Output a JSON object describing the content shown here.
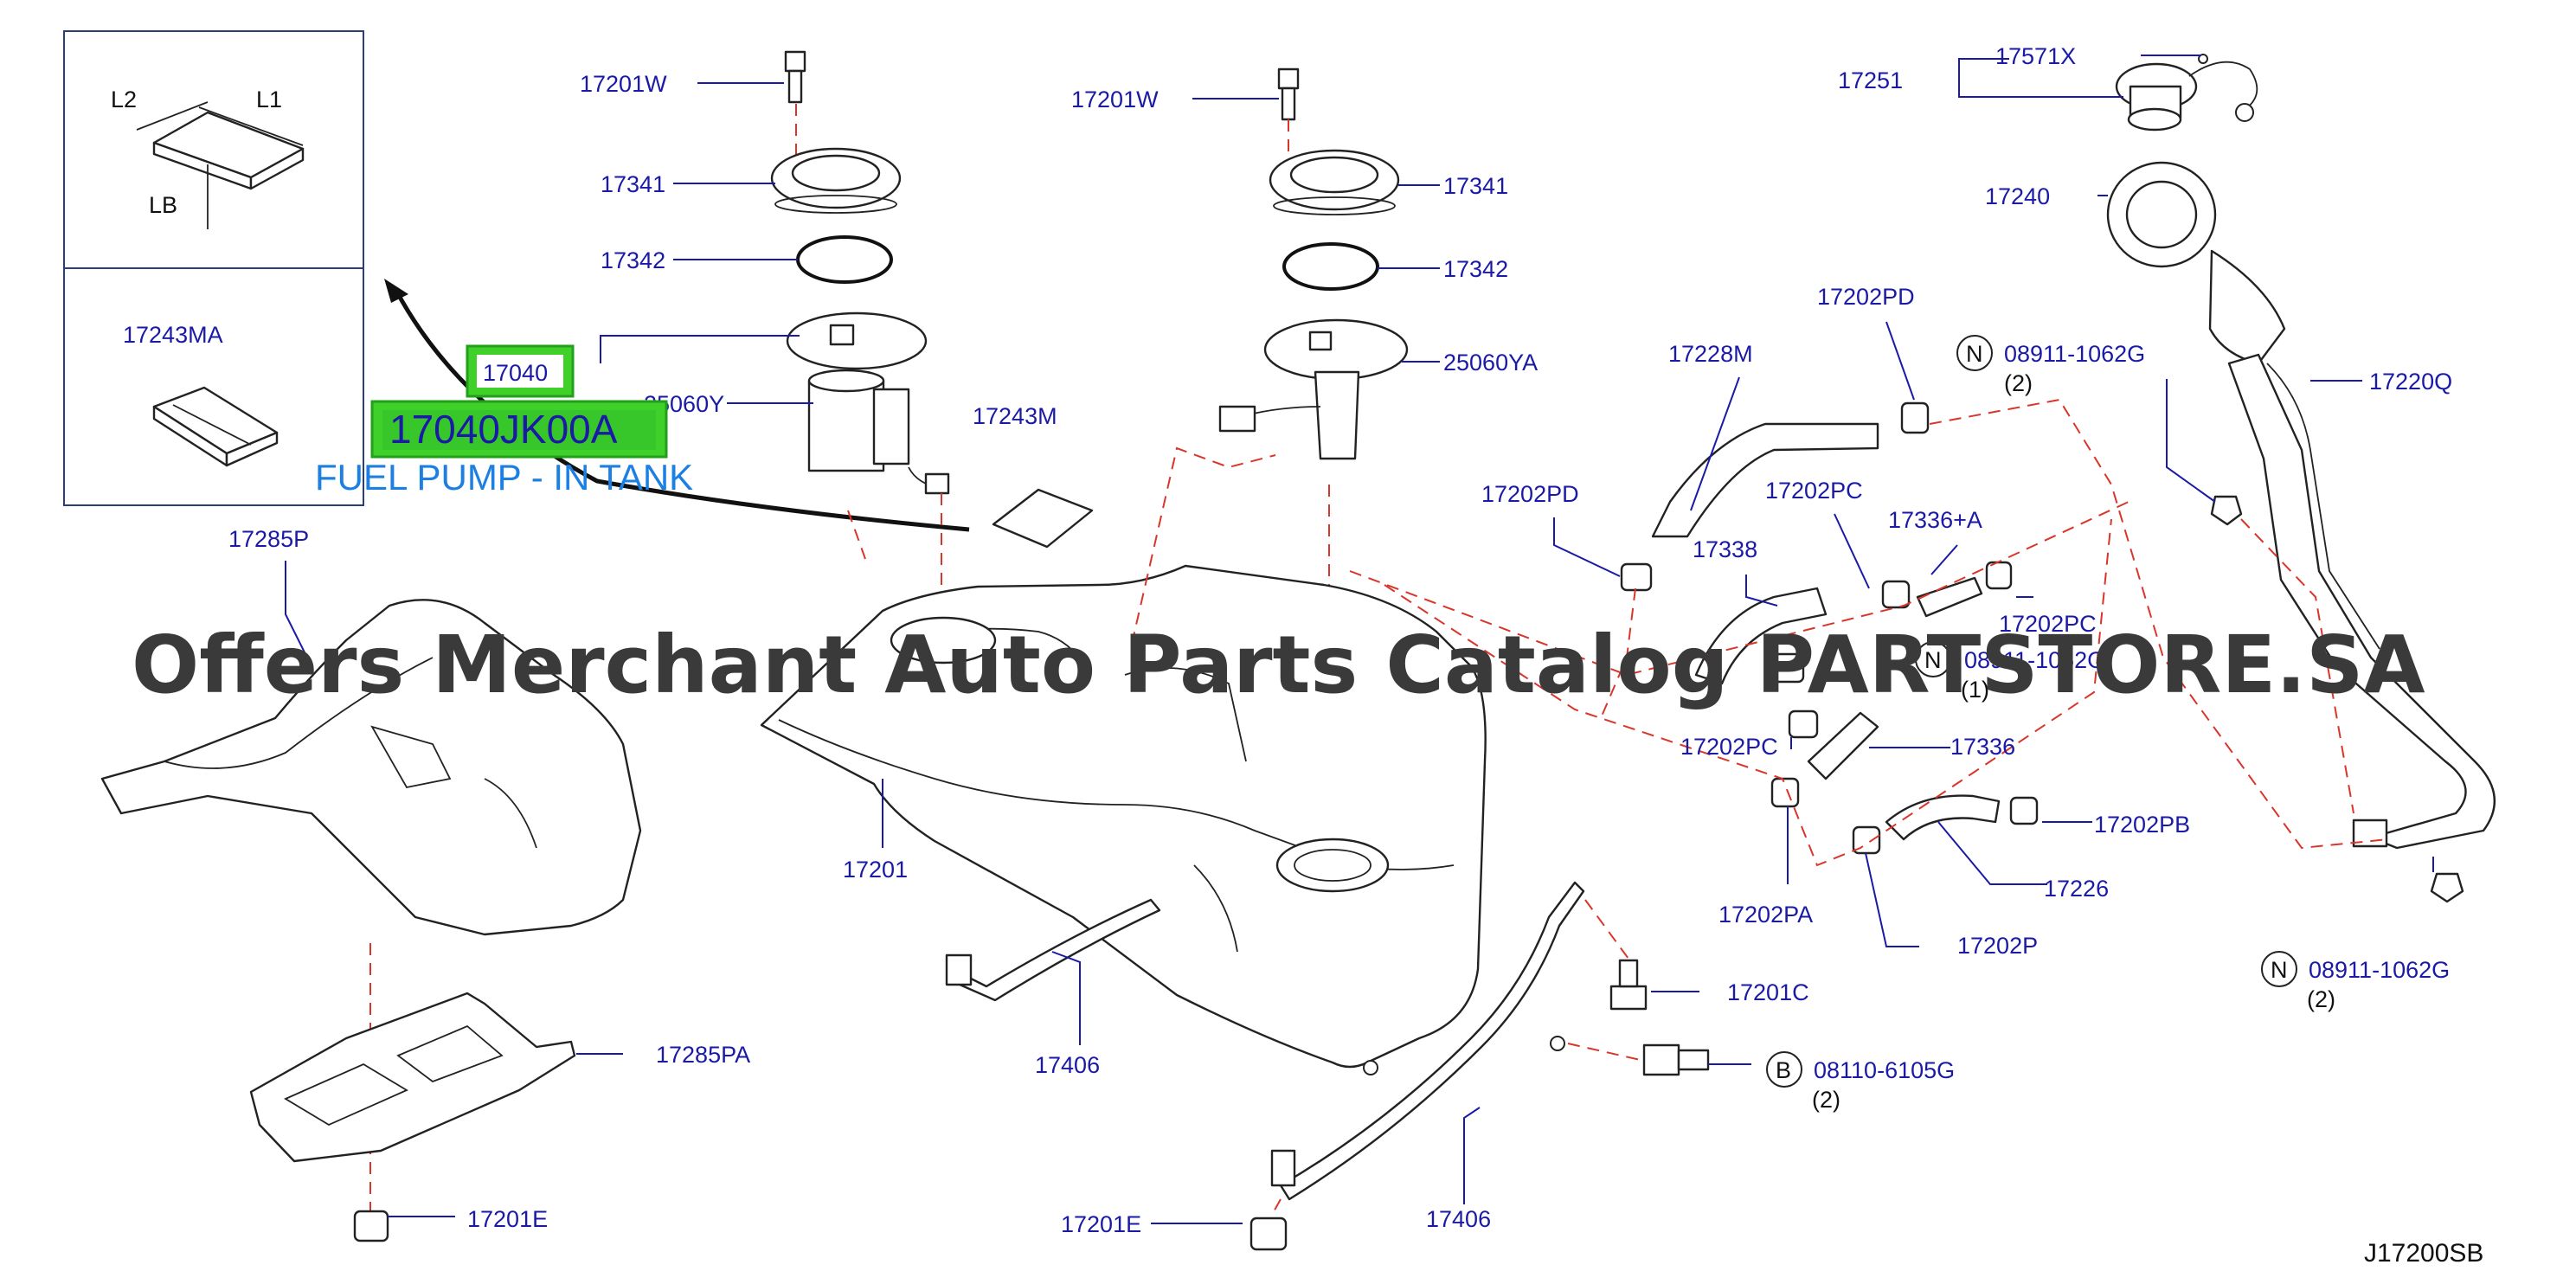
{
  "inset": {
    "dim_l2": "L2",
    "dim_l1": "L1",
    "dim_lb": "LB",
    "part_label": "17243MA"
  },
  "highlight": {
    "small_code": "17040",
    "big_code": "17040JK00A",
    "caption": "FUEL PUMP - IN TANK"
  },
  "watermark": "Offers Merchant Auto Parts Catalog PARTSTORE.SA",
  "diagram_code": "J17200SB",
  "labels": {
    "l_17201w_a": "17201W",
    "l_17341_a": "17341",
    "l_17342_a": "17342",
    "l_25060y": "25060Y",
    "l_17243m": "17243M",
    "l_17201w_b": "17201W",
    "l_17341_b": "17341",
    "l_17342_b": "17342",
    "l_25060ya": "25060YA",
    "l_17251": "17251",
    "l_17571x": "17571X",
    "l_17240": "17240",
    "l_17220q": "17220Q",
    "l_17228m": "17228M",
    "l_17202pd_a": "17202PD",
    "l_17202pd_b": "17202PD",
    "l_08911_a": "08911-1062G",
    "l_08911_a_qty": "(2)",
    "l_17202pc_a": "17202PC",
    "l_17336a": "17336+A",
    "l_17338": "17338",
    "l_17202pc_b": "17202PC",
    "l_08911_b": "08911-1062G",
    "l_08911_b_qty": "(1)",
    "l_17202pc_c": "17202PC",
    "l_17336": "17336",
    "l_17202pb": "17202PB",
    "l_17226": "17226",
    "l_17202pa": "17202PA",
    "l_17202p": "17202P",
    "l_08911_c": "08911-1062G",
    "l_08911_c_qty": "(2)",
    "l_17285p": "17285P",
    "l_17201": "17201",
    "l_17406_a": "17406",
    "l_17285pa": "17285PA",
    "l_17201c": "17201C",
    "l_08110": "08110-6105G",
    "l_08110_qty": "(2)",
    "l_17201e_a": "17201E",
    "l_17201e_b": "17201E",
    "l_17406_b": "17406",
    "n_mark": "N",
    "b_mark": "B"
  }
}
